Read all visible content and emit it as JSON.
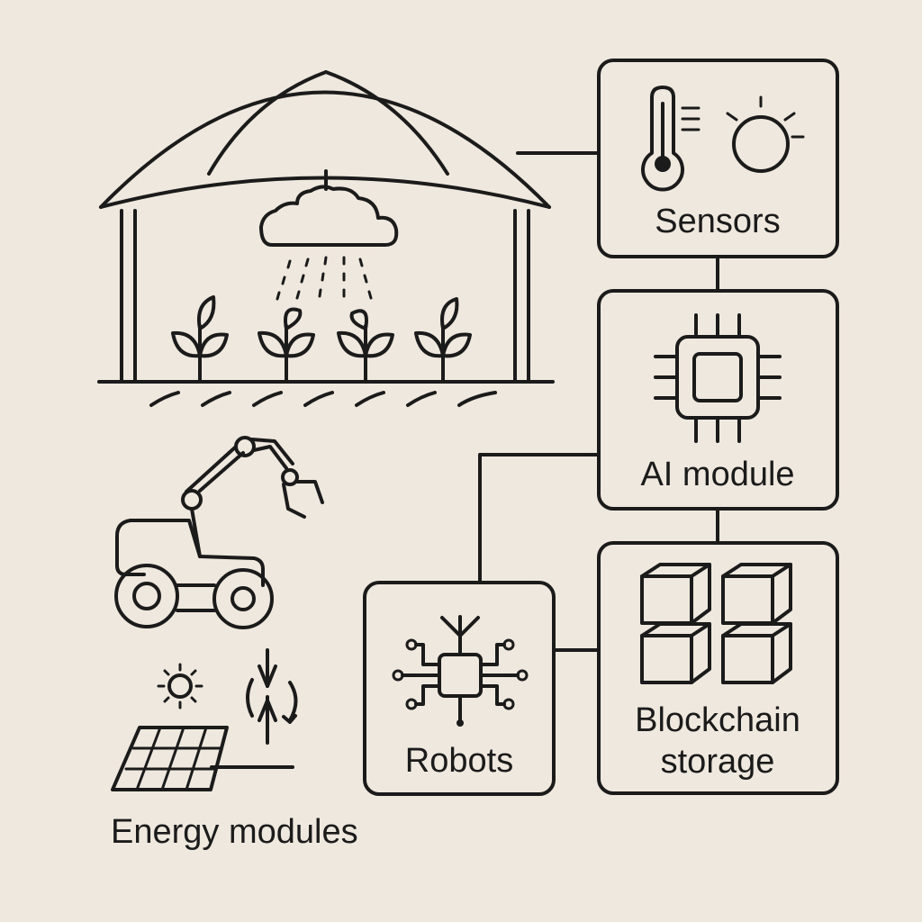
{
  "nodes": {
    "sensors": {
      "label": "Sensors",
      "icons": [
        "thermometer-icon",
        "sun-icon"
      ]
    },
    "ai_module": {
      "label": "AI module",
      "icons": [
        "chip-icon"
      ]
    },
    "robots": {
      "label": "Robots",
      "icons": [
        "robot-circuit-icon"
      ]
    },
    "blockchain": {
      "label_line1": "Blockchain",
      "label_line2": "storage",
      "icons": [
        "cubes-icon"
      ]
    },
    "energy": {
      "label": "Energy modules",
      "icons": [
        "sun-icon",
        "exchange-arrows-icon",
        "solar-panel-icon"
      ]
    }
  },
  "illustrations": [
    "greenhouse-canopy-icon",
    "irrigation-cloud-icon",
    "plants-icon",
    "robotic-tractor-icon"
  ],
  "colors": {
    "background": "#efe8df",
    "stroke": "#1b1b1b"
  }
}
